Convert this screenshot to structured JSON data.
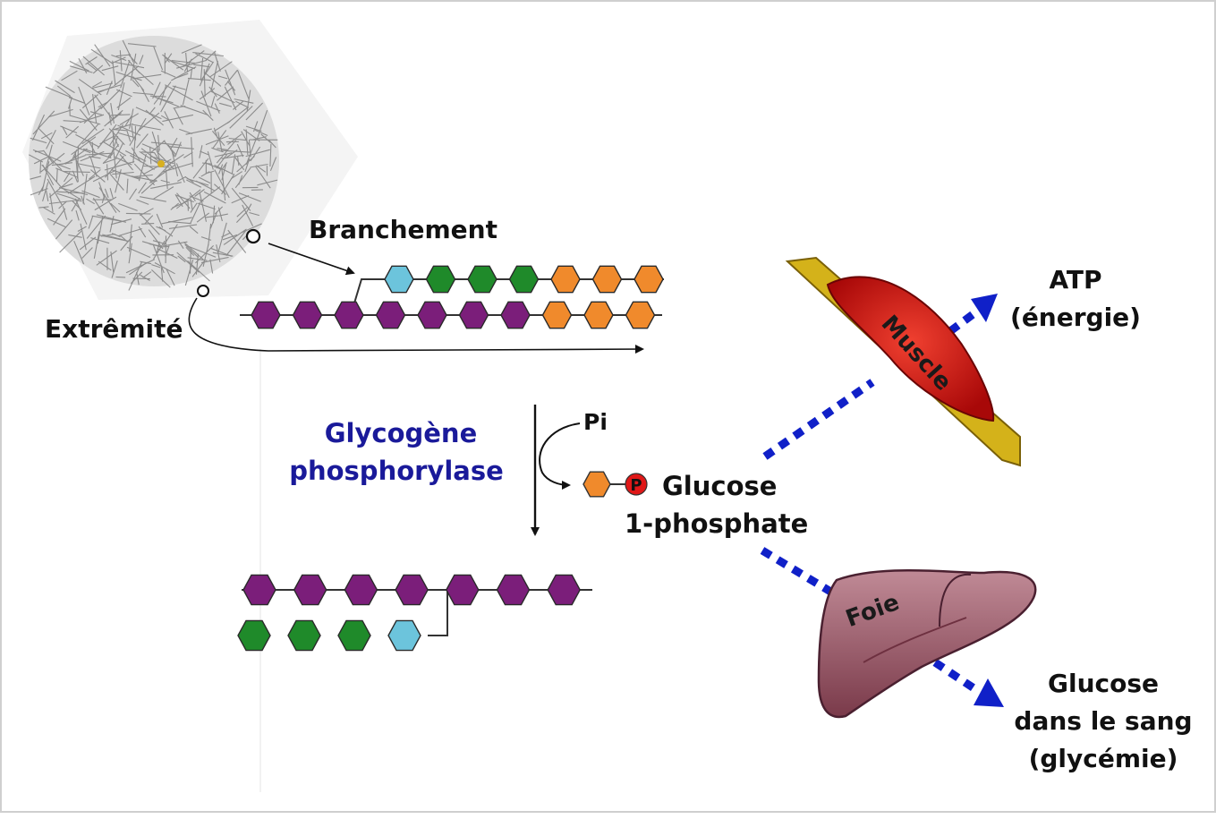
{
  "labels": {
    "branchement": "Branchement",
    "extremite": "Extrêmité",
    "enzyme_line1": "Glycogène",
    "enzyme_line2": "phosphorylase",
    "pi": "Pi",
    "phosphate_symbol": "P",
    "g1p_line1": "Glucose",
    "g1p_line2": "1-phosphate",
    "muscle": "Muscle",
    "foie": "Foie",
    "atp_line1": "ATP",
    "atp_line2": "(énergie)",
    "glucose_line1": "Glucose",
    "glucose_line2": "dans le sang",
    "glucose_line3": "(glycémie)"
  },
  "colors": {
    "purple": "#7b1e7a",
    "green": "#1f8a2a",
    "orange": "#f08a2c",
    "cyan": "#6cc4dc",
    "arrow_blue": "#1020c8",
    "muscle_red": "#d01010",
    "tendon_yellow": "#d4b21a",
    "liver": "#9c5868",
    "phosphate_red": "#e01818"
  },
  "chains": {
    "top_branch": [
      "cyan",
      "green",
      "green",
      "green",
      "orange",
      "orange",
      "orange"
    ],
    "top_main": [
      "purple",
      "purple",
      "purple",
      "purple",
      "purple",
      "purple",
      "purple",
      "orange",
      "orange",
      "orange"
    ],
    "bottom_main": [
      "purple",
      "purple",
      "purple",
      "purple",
      "purple",
      "purple",
      "purple"
    ],
    "bottom_branch": [
      "green",
      "green",
      "green",
      "cyan"
    ]
  }
}
